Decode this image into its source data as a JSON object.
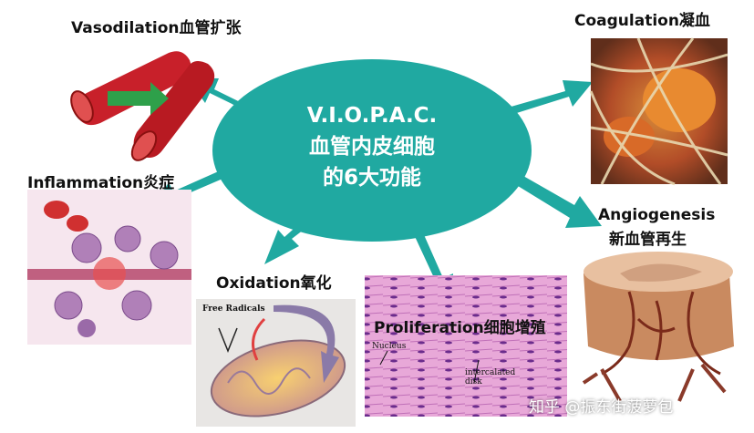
{
  "center": {
    "line1": "V.I.O.P.A.C.",
    "line2": "血管内皮细胞",
    "line3": "的6大功能"
  },
  "functions": {
    "vasodilation": "Vasodilation血管扩张",
    "coagulation": "Coagulation凝血",
    "inflammation": "Inflammation炎症",
    "angiogenesis_en": "Angiogenesis",
    "angiogenesis_cn": "新血管再生",
    "oxidation": "Oxidation氧化",
    "proliferation": "Proliferation细胞增殖"
  },
  "image_labels": {
    "free_radicals": "Free Radicals",
    "nucleus": "Nucleus",
    "intercalated_disk": "intercalated disk"
  },
  "watermark": "知乎 @振东街菠萝包",
  "colors": {
    "teal": "#20a9a1",
    "vessel_red": "#c8202a"
  }
}
